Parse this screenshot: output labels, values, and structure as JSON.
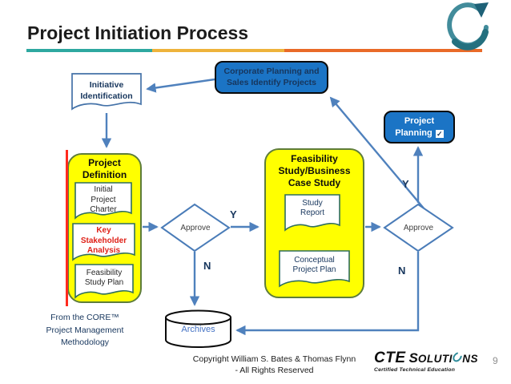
{
  "colors": {
    "accent_blue": "#4F81BD",
    "process_box_blue": "#1B74C5",
    "highlight_yellow": "#FFFF00",
    "navy_text": "#17365D",
    "red_doc_text": "#DF2118",
    "annotation_red_line": "#FF2A1E",
    "divider_teal": "#2EA8A0",
    "divider_gold": "#EEB33B",
    "divider_orange": "#E96A28",
    "logo_teal": "#2E8B9A"
  },
  "slide": {
    "title": "Project Initiation Process",
    "page_number": "9",
    "source_note": "From the CORE™\nProject Management\nMethodology",
    "copyright": "Copyright William S. Bates & Thomas Flynn\n- All Rights Reserved",
    "brand": {
      "cte": "CTE",
      "sol_s": "S",
      "sol_mid": "OLUTI",
      "sol_end": "NS",
      "tagline": "Certified Technical Education"
    }
  },
  "flowchart": {
    "initiative_identification": "Initiative\nIdentification",
    "corporate_planning": "Corporate Planning and\nSales Identify Projects",
    "project_planning_line1": "Project",
    "project_planning_line2": "Planning",
    "project_planning_check": "✓",
    "project_definition": {
      "title": "Project\nDefinition",
      "doc_initial_charter": "Initial\nProject\nCharter",
      "doc_key_stakeholder": "Key\nStakeholder\nAnalysis",
      "doc_feasibility_plan": "Feasibility\nStudy Plan"
    },
    "feasibility_study": {
      "title": "Feasibility\nStudy/Business\nCase Study",
      "doc_study_report": "Study\nReport",
      "doc_conceptual_plan": "Conceptual\nProject Plan"
    },
    "approve1": "Approve",
    "approve2": "Approve",
    "archives": "Archives",
    "labels": {
      "y1": "Y",
      "n1": "N",
      "y2": "Y",
      "n2": "N"
    }
  }
}
